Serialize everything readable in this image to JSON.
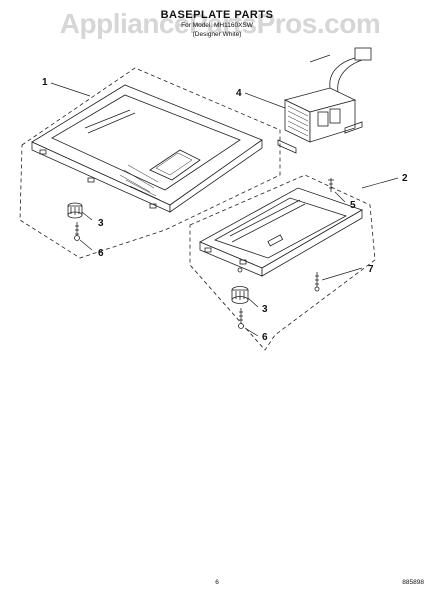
{
  "header": {
    "title": "BASEPLATE PARTS",
    "line1": "For Model: MH1160XSW",
    "line2": "(Designer White)"
  },
  "watermark": "AppliancePartsPros.com",
  "callouts": {
    "c1": "1",
    "c2": "2",
    "c3a": "3",
    "c3b": "3",
    "c4": "4",
    "c5": "5",
    "c6a": "6",
    "c6b": "6",
    "c7": "7"
  },
  "footer": {
    "page": "6",
    "code": "885898"
  },
  "colors": {
    "line": "#222222",
    "watermark": "#cfcfcf"
  }
}
